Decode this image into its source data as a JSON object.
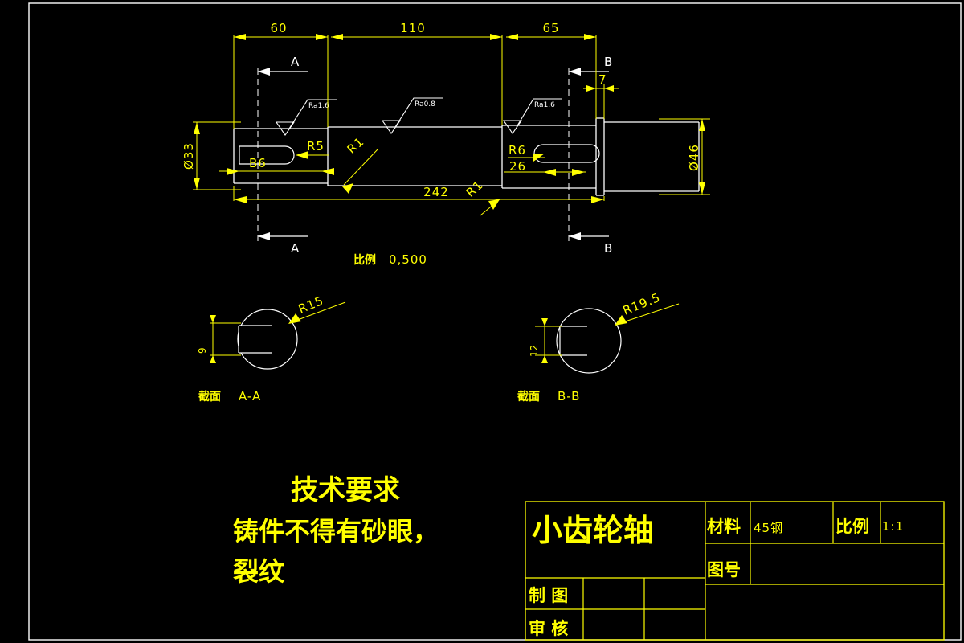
{
  "drawing": {
    "type": "mechanical-engineering-drawing",
    "background_color": "#000000",
    "dimension_color": "#ffff00",
    "geometry_color": "#ffffff",
    "frame_color": "#ffffff"
  },
  "main_view": {
    "top_dimensions": [
      {
        "label": "60"
      },
      {
        "label": "110"
      },
      {
        "label": "65"
      }
    ],
    "overall_dimension": "242",
    "left_diameter": "Ø33",
    "right_diameter": "Ø46",
    "keyway_left_width": "B6",
    "keyway_left_radius": "R5",
    "keyway_right_radius": "R6",
    "keyway_right_length": "26",
    "step_width": "7",
    "fillets": [
      {
        "label": "R1"
      },
      {
        "label": "R1"
      }
    ],
    "surface_finishes": [
      {
        "label": "Ra1.6"
      },
      {
        "label": "Ra0.8"
      },
      {
        "label": "Ra1.6"
      }
    ],
    "section_markers": [
      {
        "label": "A"
      },
      {
        "label": "A"
      },
      {
        "label": "B"
      },
      {
        "label": "B"
      }
    ],
    "scale_note_label": "比例",
    "scale_note_value": "0,500"
  },
  "sections": [
    {
      "title_label": "截面",
      "title_name": "A-A",
      "radius": "R15",
      "keyway_depth": "9"
    },
    {
      "title_label": "截面",
      "title_name": "B-B",
      "radius": "R19.5",
      "keyway_depth": "12"
    }
  ],
  "technical_requirements": {
    "heading": "技术要求",
    "lines": [
      "铸件不得有砂眼，",
      "裂纹"
    ]
  },
  "title_block": {
    "part_name": "小齿轮轴",
    "material_label": "材料",
    "material_value": "45钢",
    "scale_label": "比例",
    "scale_value": "1:1",
    "drawing_no_label": "图号",
    "drawing_no_value": "",
    "drawn_label": "制  图",
    "drawn_value": "",
    "drawn_value2": "",
    "checked_label": "审  核",
    "checked_value": "",
    "checked_value2": ""
  }
}
